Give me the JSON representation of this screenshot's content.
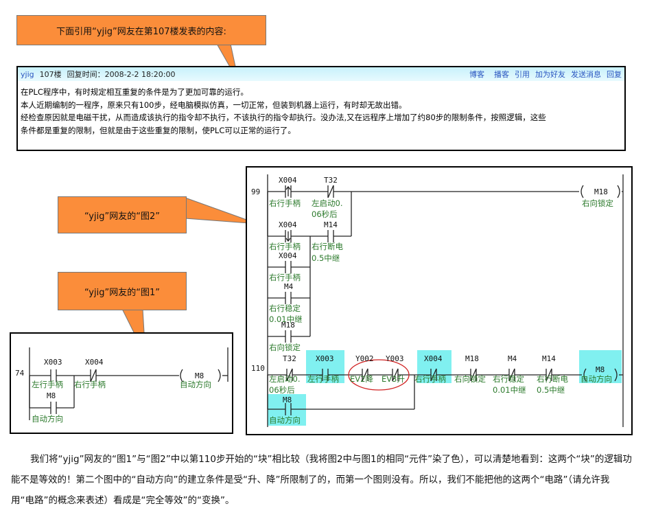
{
  "callouts": {
    "top": "下面引用“yjig”网友在第107楼发表的内容:",
    "fig2": "“yjig”网友的“图2”",
    "fig1": "“yjig”网友的“图1”"
  },
  "post": {
    "user": "yjig",
    "floor": "107楼",
    "reply_time": "回复时间：2008-2-2 18:20:00",
    "links": [
      "博客",
      "播客",
      "引用",
      "加为好友",
      "发送消息",
      "回复"
    ],
    "lines": [
      "在PLC程序中，有时规定相互重复的条件是为了更加可靠的运行。",
      "本人近期编制的一程序，原来只有100步，经电脑模拟仿真，一切正常，但装到机器上运行，有时却无故出错。",
      "经检查原因就是电磁干扰，从而造成该执行的指令却不执行，不该执行的指令却执行。没办法,又在远程序上增加了约80步的限制条件，按照逻辑，这些",
      "条件都是重复的限制，但就是由于这些重复的限制，使PLC可以正常的运行了。"
    ]
  },
  "fig1": {
    "step": "74",
    "x003": "X003",
    "x003_lbl": "左行手柄",
    "x004": "X004",
    "x004_lbl": "右行手柄",
    "m8_coil": "M8",
    "m8_coil_lbl": "自动方向",
    "m8": "M8",
    "m8_lbl": "自动方向"
  },
  "fig2": {
    "step99": "99",
    "step110": "110",
    "r1": {
      "x004": "X004",
      "x004_lbl": "右行手柄",
      "t32": "T32",
      "t32_lbl1": "左启动0.",
      "t32_lbl2": "06秒后",
      "coil": "M18",
      "coil_lbl": "右向锁定"
    },
    "r2": {
      "x004": "X004",
      "x004_lbl": "右行手柄",
      "m14": "M14",
      "m14_lbl1": "右行断电",
      "m14_lbl2": "0.5中继"
    },
    "r3": {
      "x004": "X004",
      "x004_lbl": "右行手柄"
    },
    "r4": {
      "m4": "M4",
      "m4_lbl1": "右行稳定",
      "m4_lbl2": "0.01中继"
    },
    "r5": {
      "m18": "M18",
      "m18_lbl": "右向锁定"
    },
    "r6": {
      "t32": "T32",
      "t32_lbl1": "左启动0.",
      "t32_lbl2": "06秒后",
      "x003": "X003",
      "x003_lbl": "左行手柄",
      "y002": "Y002",
      "y002_lbl": "EV2降",
      "y003": "Y003",
      "y003_lbl": "EV3升",
      "x004": "X004",
      "x004_lbl": "右行手柄",
      "m18": "M18",
      "m18_lbl": "右向锁定",
      "m4": "M4",
      "m4_lbl1": "右行稳定",
      "m4_lbl2": "0.01中继",
      "m14": "M14",
      "m14_lbl1": "右行断电",
      "m14_lbl2": "0.5中继",
      "coil": "M8",
      "coil_lbl": "自动方向"
    },
    "r7": {
      "m8": "M8",
      "m8_lbl": "自动方向"
    }
  },
  "paragraph": "我们将“yjig”网友的“图1”与“图2”中以第110步开始的“块”相比较（我将图2中与图1的相同“元件”染了色），可以清楚地看到：这两个“块”的逻辑功能不是等效的！第二个图中的“自动方向”的建立条件是受“升、降”所限制了的，而第一个图则没有。所以，我们不能把他的这两个“电路”（请允许我用“电路”的概念来表述）看成是“完全等效”的“变换”。",
  "colors": {
    "highlight": "#80f0f0",
    "callout": "#fb8d3a",
    "circle": "#d02020",
    "header": "#c8f1fb"
  }
}
